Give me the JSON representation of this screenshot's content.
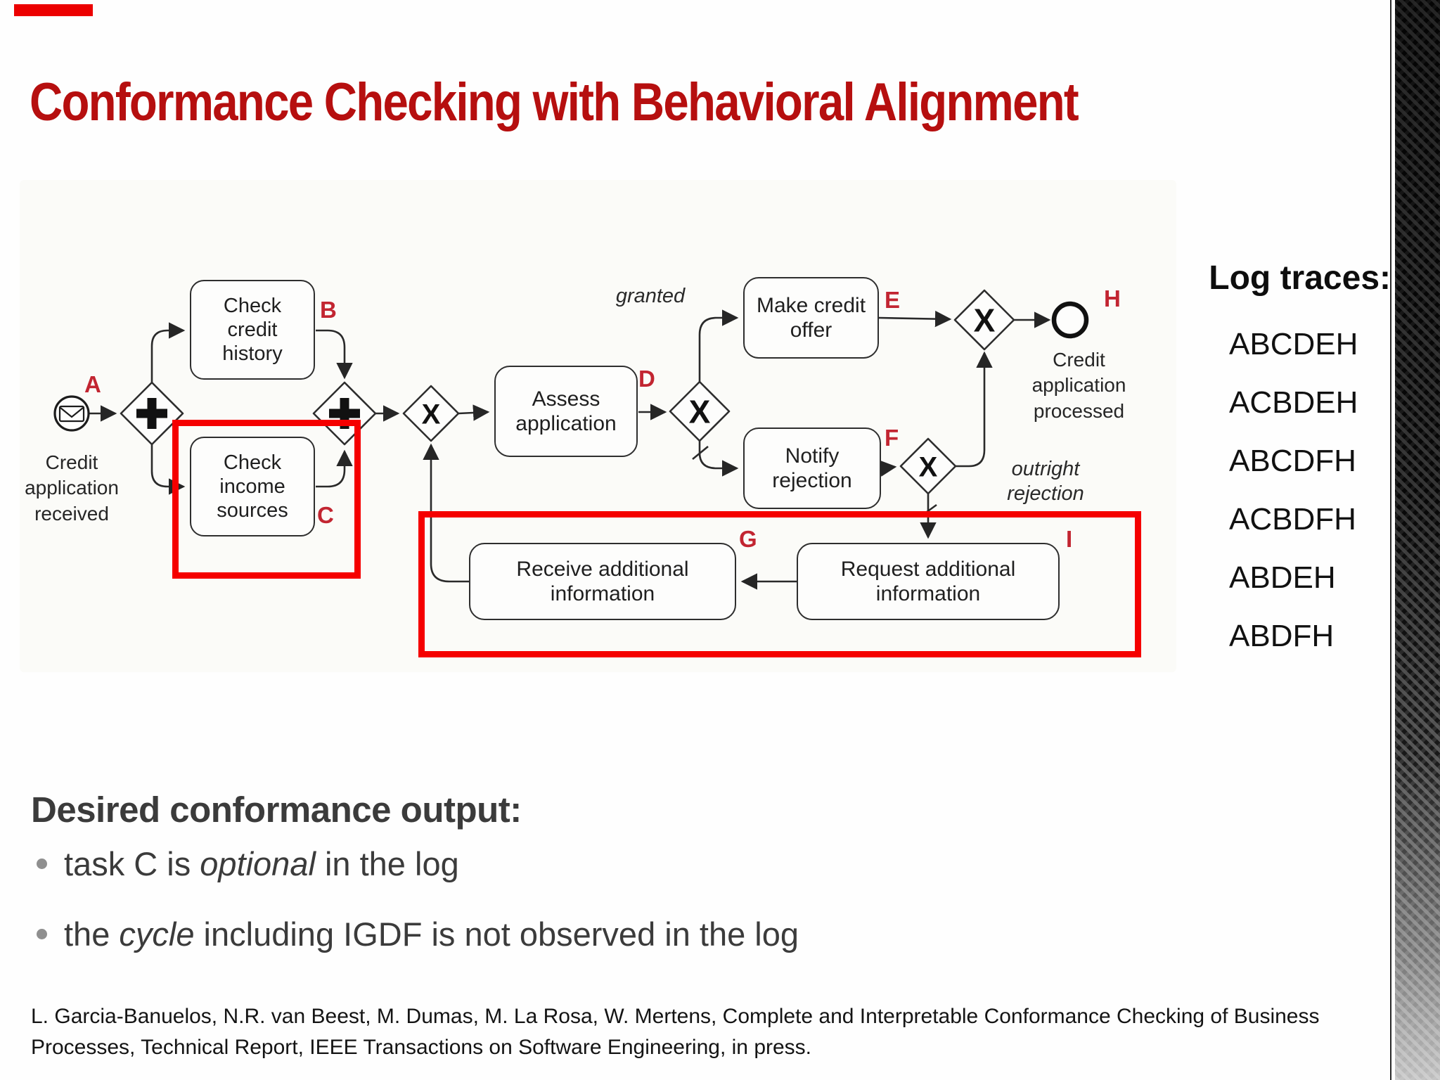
{
  "slide": {
    "title": "Conformance Checking with Behavioral Alignment",
    "title_color": "#b60f0f",
    "highlight_red": "#f50000",
    "label_red": "#c22531"
  },
  "diagram": {
    "symbols": {
      "parallel": "+",
      "xor": "X"
    },
    "start_event": {
      "letter": "A",
      "caption": "Credit application received"
    },
    "end_event": {
      "letter": "H",
      "caption": "Credit application processed"
    },
    "tasks": {
      "check_credit_history": {
        "letter": "B",
        "name": "Check credit history"
      },
      "check_income_sources": {
        "letter": "C",
        "name": "Check income sources"
      },
      "assess_application": {
        "letter": "D",
        "name": "Assess application"
      },
      "make_credit_offer": {
        "letter": "E",
        "name": "Make credit offer"
      },
      "notify_rejection": {
        "letter": "F",
        "name": "Notify rejection"
      },
      "receive_additional_information": {
        "letter": "G",
        "name": "Receive additional information"
      },
      "request_additional_information": {
        "letter": "I",
        "name": "Request additional information"
      }
    },
    "edge_labels": {
      "granted": "granted",
      "outright_line1": "outright",
      "outright_line2": "rejection"
    }
  },
  "log_traces": {
    "heading": "Log traces:",
    "traces": [
      "ABCDEH",
      "ACBDEH",
      "ABCDFH",
      "ACBDFH",
      "ABDEH",
      "ABDFH"
    ]
  },
  "conformance": {
    "heading": "Desired conformance output:",
    "bullets": [
      {
        "pre": "task C is ",
        "emph": "optional",
        "post": " in the log"
      },
      {
        "pre": "the ",
        "emph": "cycle",
        "post": " including IGDF is not observed in the log"
      }
    ]
  },
  "citation": {
    "line1": "L. Garcia-Banuelos, N.R. van Beest, M. Dumas, M. La Rosa, W. Mertens, Complete and Interpretable Conformance Checking of Business",
    "line2": "Processes, Technical Report, IEEE Transactions on Software Engineering, in press."
  }
}
